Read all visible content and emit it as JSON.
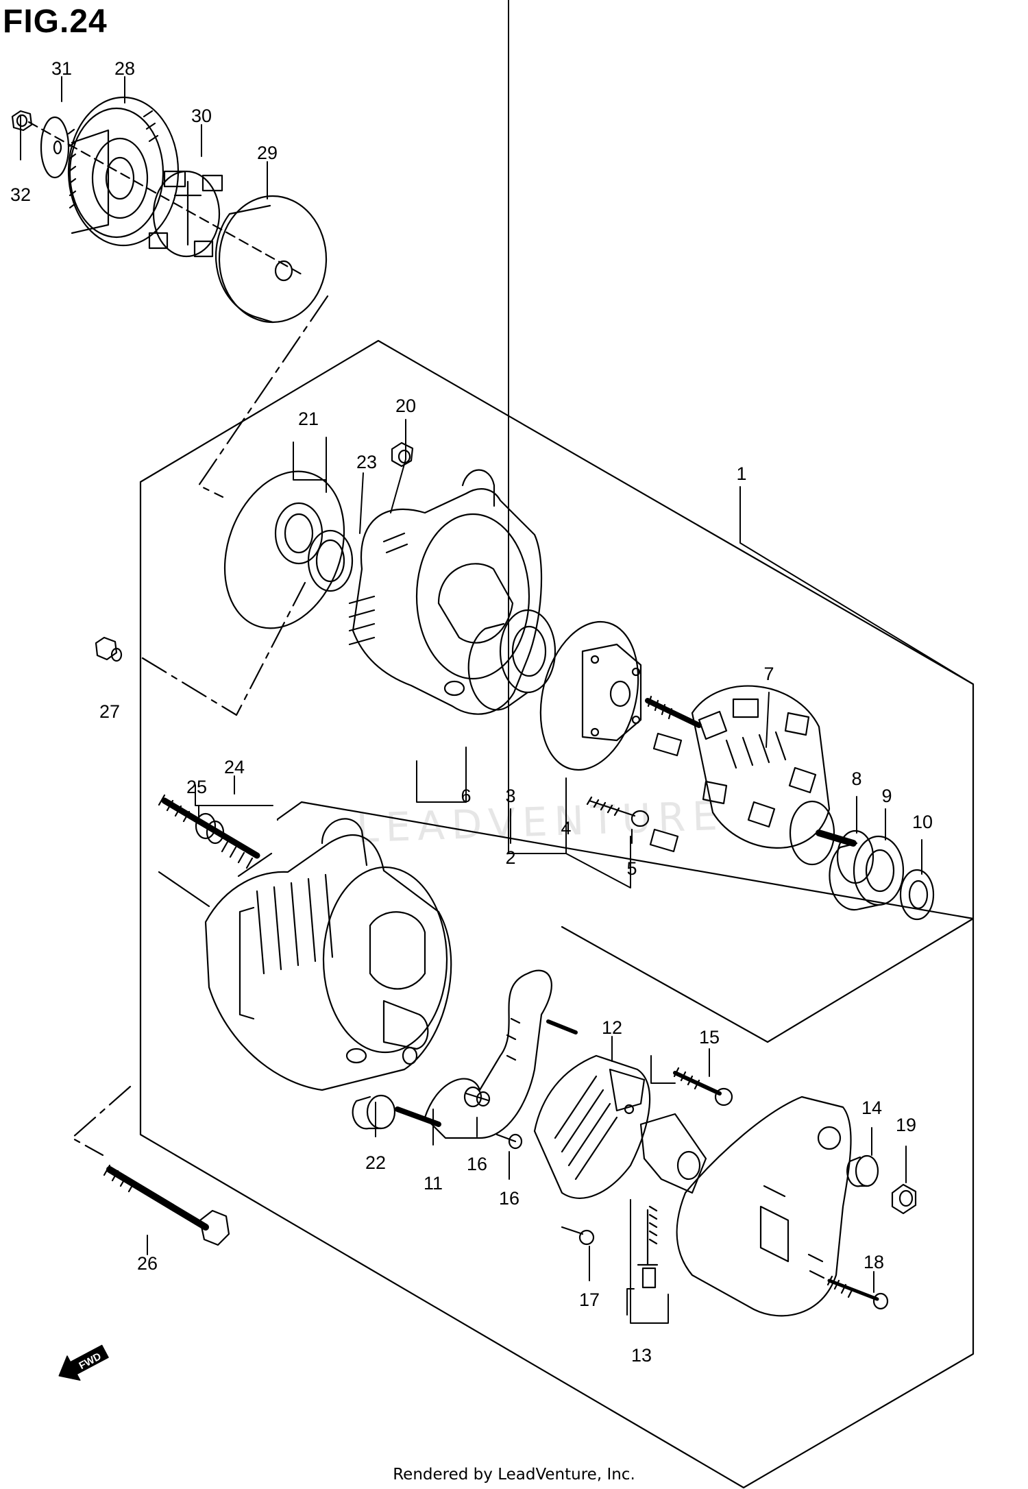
{
  "figure": {
    "title": "FIG.24"
  },
  "footer": {
    "text": "Rendered by LeadVenture, Inc."
  },
  "watermark": {
    "text": "LEADVENTURE"
  },
  "fwd_label": "FWD",
  "callouts": {
    "c1": "1",
    "c2": "2",
    "c3": "3",
    "c4": "4",
    "c5": "5",
    "c6": "6",
    "c7": "7",
    "c8": "8",
    "c9": "9",
    "c10": "10",
    "c11": "11",
    "c12": "12",
    "c13": "13",
    "c14": "14",
    "c15": "15",
    "c16a": "16",
    "c16b": "16",
    "c17": "17",
    "c18": "18",
    "c19": "19",
    "c20": "20",
    "c21": "21",
    "c22": "22",
    "c23": "23",
    "c24": "24",
    "c25": "25",
    "c26": "26",
    "c27": "27",
    "c28": "28",
    "c29": "29",
    "c30": "30",
    "c31": "31",
    "c32": "32"
  }
}
